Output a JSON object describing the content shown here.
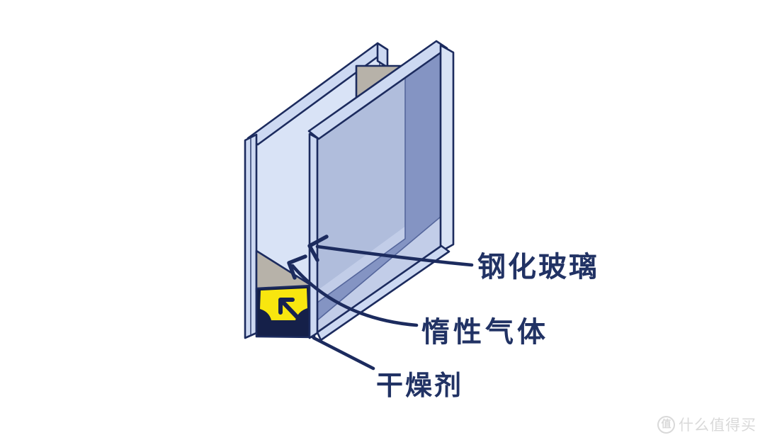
{
  "diagram": {
    "title": "insulated-glazing-unit",
    "labels": {
      "tempered_glass": "钢化玻璃",
      "inert_gas": "惰性气体",
      "desiccant": "干燥剂"
    },
    "colors": {
      "outline_navy": "#1c2b5e",
      "spacer_navy": "#152049",
      "glass_pale": "#d9e3f6",
      "glass_edge": "#cdd9f2",
      "glass_mid": "#b0bddc",
      "glass_light": "#c2cde8",
      "spacer_through_glass": "#8494c3",
      "spacer_gray": "#b7b2a9",
      "desiccant_yellow": "#f8e60f",
      "label_text": "#213264",
      "watermark_gray": "#d9d9d9"
    }
  },
  "watermark": {
    "logo": "值",
    "text": "什么值得买"
  }
}
